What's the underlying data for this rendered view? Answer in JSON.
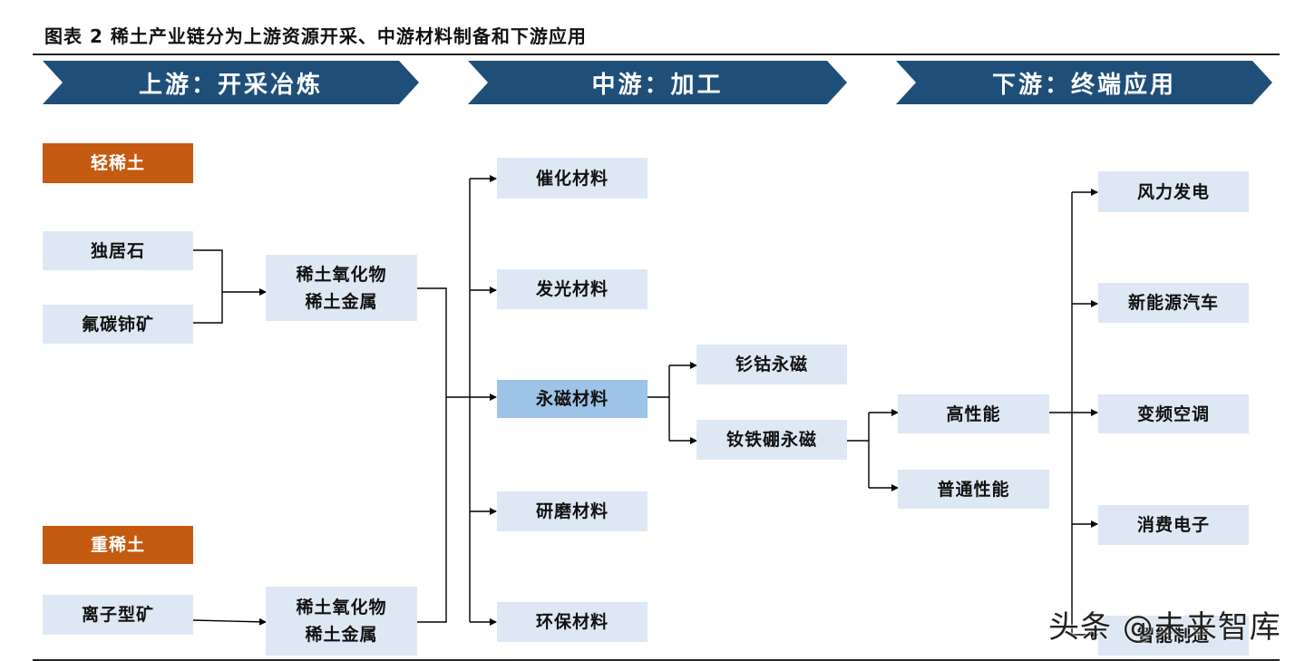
{
  "title": "图表 2 稀土产业链分为上游资源开采、中游材料制备和下游应用",
  "stages": [
    {
      "label": "上游：开采冶炼"
    },
    {
      "label": "中游：加工"
    },
    {
      "label": "下游：终端应用"
    }
  ],
  "upstream": {
    "light": {
      "label": "轻稀土",
      "ores": [
        "独居石",
        "氟碳铈矿"
      ],
      "product": "稀土氧化物\n稀土金属"
    },
    "heavy": {
      "label": "重稀土",
      "ores": [
        "离子型矿"
      ],
      "product": "稀土氧化物\n稀土金属"
    }
  },
  "midstream": {
    "materials": [
      "催化材料",
      "发光材料",
      "永磁材料",
      "研磨材料",
      "环保材料"
    ],
    "magnets": [
      "钐钴永磁",
      "钕铁硼永磁"
    ],
    "grades": [
      "高性能",
      "普通性能"
    ]
  },
  "downstream": {
    "applications": [
      "风力发电",
      "新能源汽车",
      "变频空调",
      "消费电子",
      "智能制造"
    ]
  },
  "watermark": "头条 @未来智库",
  "colors": {
    "chevron": "#1f4e79",
    "box": "#dde8f4",
    "highlight": "#9dc3e6",
    "orange": "#c55a11",
    "line": "#000000"
  }
}
